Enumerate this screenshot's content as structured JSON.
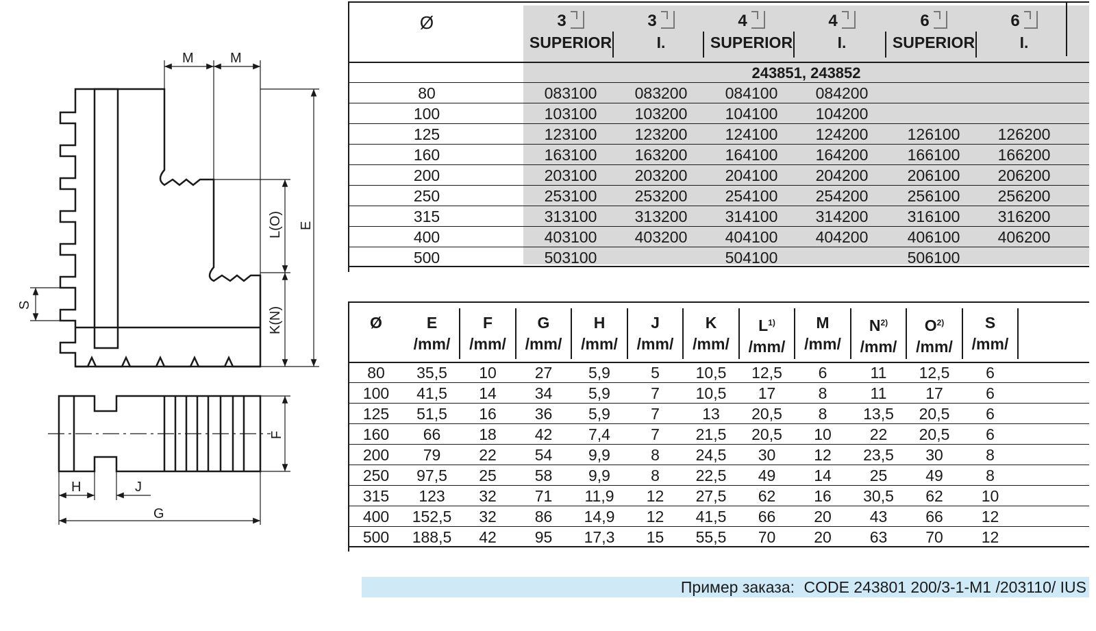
{
  "drawing": {
    "labels": {
      "m1": "M",
      "m2": "M",
      "lo": "L(O)",
      "e": "E",
      "kn": "K(N)",
      "s": "S",
      "f": "F",
      "h": "H",
      "j": "J",
      "g": "G"
    }
  },
  "table1": {
    "diameter_symbol": "Ø",
    "columns": [
      {
        "number": "3",
        "label": "SUPERIOR"
      },
      {
        "number": "3",
        "label": "I."
      },
      {
        "number": "4",
        "label": "SUPERIOR"
      },
      {
        "number": "4",
        "label": "I."
      },
      {
        "number": "6",
        "label": "SUPERIOR"
      },
      {
        "number": "6",
        "label": "I."
      }
    ],
    "code_title": "243851, 243852",
    "rows": [
      {
        "d": "80",
        "c": [
          "083100",
          "083200",
          "084100",
          "084200",
          "",
          ""
        ]
      },
      {
        "d": "100",
        "c": [
          "103100",
          "103200",
          "104100",
          "104200",
          "",
          ""
        ]
      },
      {
        "d": "125",
        "c": [
          "123100",
          "123200",
          "124100",
          "124200",
          "126100",
          "126200"
        ]
      },
      {
        "d": "160",
        "c": [
          "163100",
          "163200",
          "164100",
          "164200",
          "166100",
          "166200"
        ]
      },
      {
        "d": "200",
        "c": [
          "203100",
          "203200",
          "204100",
          "204200",
          "206100",
          "206200"
        ]
      },
      {
        "d": "250",
        "c": [
          "253100",
          "253200",
          "254100",
          "254200",
          "256100",
          "256200"
        ]
      },
      {
        "d": "315",
        "c": [
          "313100",
          "313200",
          "314100",
          "314200",
          "316100",
          "316200"
        ]
      },
      {
        "d": "400",
        "c": [
          "403100",
          "403200",
          "404100",
          "404200",
          "406100",
          "406200"
        ]
      },
      {
        "d": "500",
        "c": [
          "503100",
          "",
          "504100",
          "",
          "506100",
          ""
        ]
      }
    ]
  },
  "table2": {
    "headers": [
      {
        "name": "Ø",
        "sup": "",
        "unit": ""
      },
      {
        "name": "E",
        "sup": "",
        "unit": "/mm/"
      },
      {
        "name": "F",
        "sup": "",
        "unit": "/mm/"
      },
      {
        "name": "G",
        "sup": "",
        "unit": "/mm/"
      },
      {
        "name": "H",
        "sup": "",
        "unit": "/mm/"
      },
      {
        "name": "J",
        "sup": "",
        "unit": "/mm/"
      },
      {
        "name": "K",
        "sup": "",
        "unit": "/mm/"
      },
      {
        "name": "L",
        "sup": "1)",
        "unit": "/mm/"
      },
      {
        "name": "M",
        "sup": "",
        "unit": "/mm/"
      },
      {
        "name": "N",
        "sup": "2)",
        "unit": "/mm/"
      },
      {
        "name": "O",
        "sup": "2)",
        "unit": "/mm/"
      },
      {
        "name": "S",
        "sup": "",
        "unit": "/mm/"
      }
    ],
    "rows": [
      [
        "80",
        "35,5",
        "10",
        "27",
        "5,9",
        "5",
        "10,5",
        "12,5",
        "6",
        "11",
        "12,5",
        "6"
      ],
      [
        "100",
        "41,5",
        "14",
        "34",
        "5,9",
        "7",
        "10,5",
        "17",
        "8",
        "11",
        "17",
        "6"
      ],
      [
        "125",
        "51,5",
        "16",
        "36",
        "5,9",
        "7",
        "13",
        "20,5",
        "8",
        "13,5",
        "20,5",
        "6"
      ],
      [
        "160",
        "66",
        "18",
        "42",
        "7,4",
        "7",
        "21,5",
        "20,5",
        "10",
        "22",
        "20,5",
        "6"
      ],
      [
        "200",
        "79",
        "22",
        "54",
        "9,9",
        "8",
        "24,5",
        "30",
        "12",
        "23,5",
        "30",
        "8"
      ],
      [
        "250",
        "97,5",
        "25",
        "58",
        "9,9",
        "8",
        "22,5",
        "49",
        "14",
        "25",
        "49",
        "8"
      ],
      [
        "315",
        "123",
        "32",
        "71",
        "11,9",
        "12",
        "27,5",
        "62",
        "16",
        "30,5",
        "62",
        "10"
      ],
      [
        "400",
        "152,5",
        "32",
        "86",
        "14,9",
        "12",
        "41,5",
        "66",
        "20",
        "43",
        "66",
        "12"
      ],
      [
        "500",
        "188,5",
        "42",
        "95",
        "17,3",
        "15",
        "55,5",
        "70",
        "20",
        "63",
        "70",
        "12"
      ]
    ]
  },
  "footer": {
    "label": "Пример заказа:",
    "code": "CODE 243801 200/3-1-M1 /203110/ IUS"
  }
}
